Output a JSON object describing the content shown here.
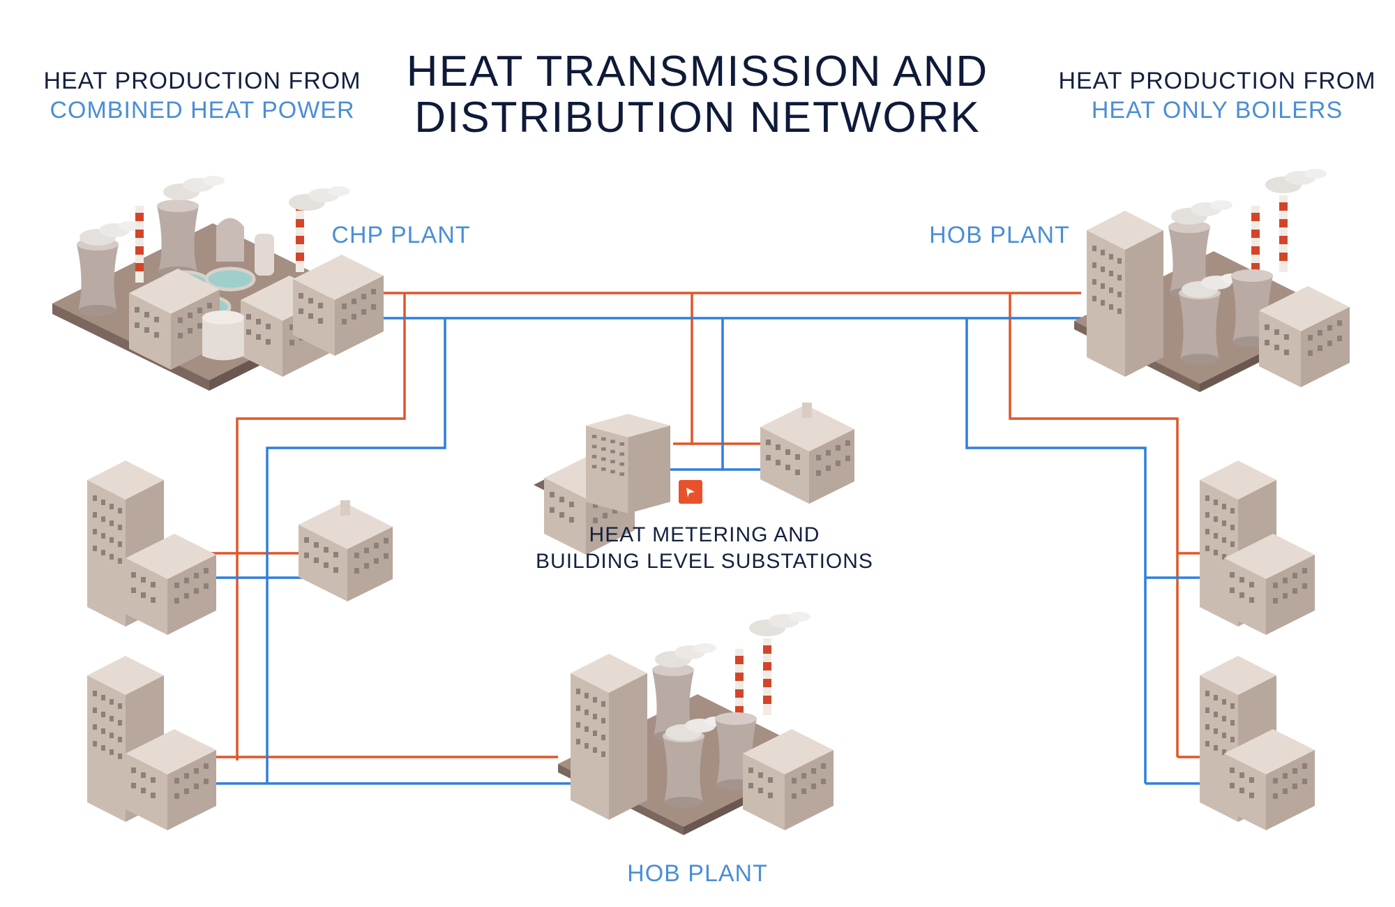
{
  "title": {
    "line1": "HEAT TRANSMISSION AND",
    "line2": "DISTRIBUTION NETWORK"
  },
  "left_header": {
    "line1": "HEAT PRODUCTION FROM",
    "line2": "COMBINED HEAT POWER"
  },
  "right_header": {
    "line1": "HEAT PRODUCTION FROM",
    "line2": "HEAT ONLY BOILERS"
  },
  "labels": {
    "chp_plant": "CHP PLANT",
    "hob_plant_right": "HOB PLANT",
    "hob_plant_bottom": "HOB PLANT",
    "metering_line1": "HEAT METERING AND",
    "metering_line2": "BUILDING LEVEL SUBSTATIONS"
  },
  "colors": {
    "supply_pipe": "#e0562a",
    "return_pipe": "#2f7fdc",
    "title": "#0f1a3a",
    "accent_text": "#4a8ed6",
    "meter_badge": "#e8522a"
  },
  "icons": [
    "chp-plant-icon",
    "hob-plant-icon",
    "building-icon",
    "heat-meter-icon"
  ]
}
